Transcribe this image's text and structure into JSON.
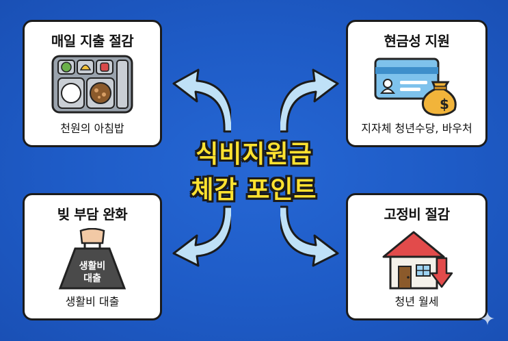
{
  "center": {
    "line1": "식비지원금",
    "line2": "체감 포인트"
  },
  "cards": {
    "top_left": {
      "title": "매일 지출 절감",
      "caption": "천원의 아침밥"
    },
    "top_right": {
      "title": "현금성 지원",
      "caption": "지자체 청년수당, 바우처"
    },
    "bottom_left": {
      "title": "빚 부담 완화",
      "caption": "생활비 대출"
    },
    "bottom_right": {
      "title": "고정비 절감",
      "caption": "청년 월세"
    }
  },
  "icons": {
    "top_left": "meal-tray-icon",
    "top_right": "card-and-money-bag-icon",
    "bottom_left": "loan-weight-bag-icon",
    "bottom_right": "house-down-arrow-icon"
  },
  "bag_label": {
    "line1": "생활비",
    "line2": "대출"
  },
  "colors": {
    "background": "#1E5BC6",
    "card_border": "#1B1B1B",
    "title_yellow": "#FFE230",
    "arrow_fill": "#BFE1F7"
  }
}
